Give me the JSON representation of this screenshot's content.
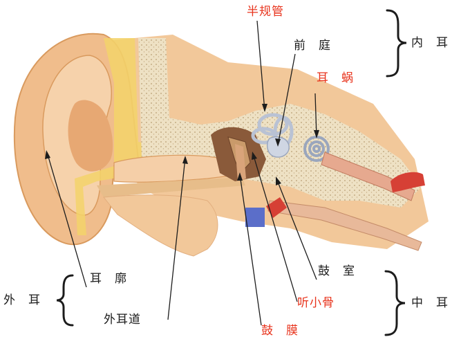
{
  "labels": {
    "semicircular_canals": "半规管",
    "vestibule": "前　庭",
    "cochlea": "耳　蜗",
    "inner_ear": "内　耳",
    "auricle": "耳　廓",
    "external_ear": "外　耳",
    "ear_canal": "外耳道",
    "tympanic_cavity": "鼓　室",
    "ossicles": "听小骨",
    "middle_ear": "中　耳",
    "eardrum": "鼓　膜"
  },
  "colors": {
    "highlight_label": "#e8331c",
    "normal_label": "#1c1c1c",
    "skin": "#f2c89a",
    "skin_shadow": "#d99a5e",
    "cartilage": "#f3d46a",
    "bone": "#eee1c4",
    "bone_dots": "#c4ad85",
    "cavity": "#8a5a3a",
    "canal": "#b9c2d4",
    "nerve": "#e6a98f",
    "vessel_red": "#d64035",
    "vessel_blue": "#5b6ec9"
  }
}
